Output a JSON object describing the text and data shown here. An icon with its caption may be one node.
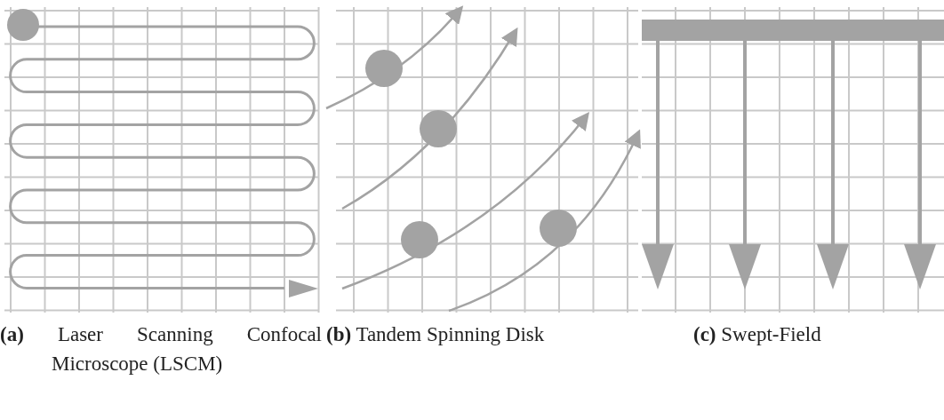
{
  "diagram": {
    "labels": [
      "**(a)** Laser Scanning Confocal Microscope (LSCM)",
      "**(b)** Tandem Spinning Disk",
      "**(c)** Swept-Field"
    ]
  }
}
